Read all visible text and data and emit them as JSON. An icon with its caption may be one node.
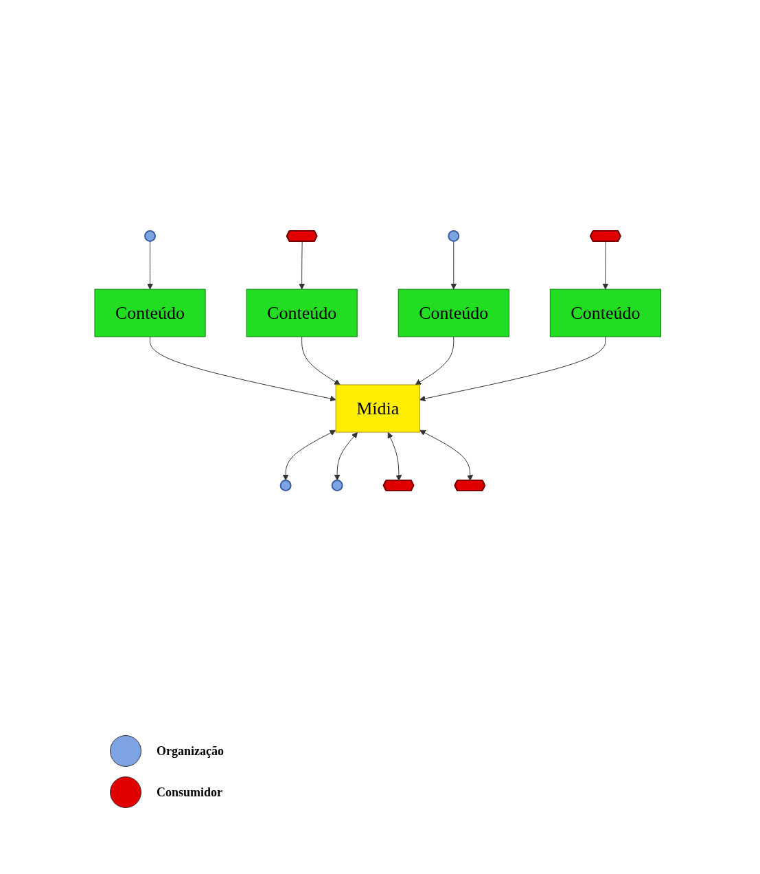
{
  "diagram": {
    "nodes": [
      {
        "text": [],
        "shape": "circle"
      },
      {
        "text": [],
        "shape": "circle"
      },
      {
        "text": [
          "Conteúdo"
        ]
      },
      {
        "text": [],
        "shape": "circle"
      },
      {
        "text": [],
        "shape": "octagon"
      },
      {
        "text": [
          "Conteúdo"
        ]
      },
      {
        "text": [
          "Mídia"
        ]
      },
      {
        "text": [
          "Conteúdo"
        ]
      },
      {
        "text": [],
        "shape": "circle"
      },
      {
        "text": [
          "Conteúdo"
        ]
      },
      {
        "text": [],
        "shape": "octagon"
      },
      {
        "text": [],
        "shape": "octagon"
      },
      {
        "text": [],
        "shape": "octagon"
      }
    ],
    "edges": [
      {
        "from": 0,
        "to": 2,
        "arrow": "to"
      },
      {
        "from": 2,
        "to": 6,
        "arrow": "to"
      },
      {
        "from": 6,
        "to": 1,
        "arrow": "both"
      },
      {
        "from": 6,
        "to": 3,
        "arrow": "both"
      },
      {
        "from": 4,
        "to": 5,
        "arrow": "to"
      },
      {
        "from": 5,
        "to": 6,
        "arrow": "to"
      },
      {
        "from": 8,
        "to": 7,
        "arrow": "to"
      },
      {
        "from": 7,
        "to": 6,
        "arrow": "to"
      },
      {
        "from": 6,
        "to": 10,
        "arrow": "both"
      },
      {
        "from": 6,
        "to": 11,
        "arrow": "both"
      },
      {
        "from": 12,
        "to": 9,
        "arrow": "to"
      },
      {
        "from": 9,
        "to": 6,
        "arrow": "to"
      }
    ],
    "legend": [
      {
        "text": "Organização",
        "color": "#7ea3e3"
      },
      {
        "text": "Consumidor",
        "color": "#e00000"
      }
    ]
  }
}
